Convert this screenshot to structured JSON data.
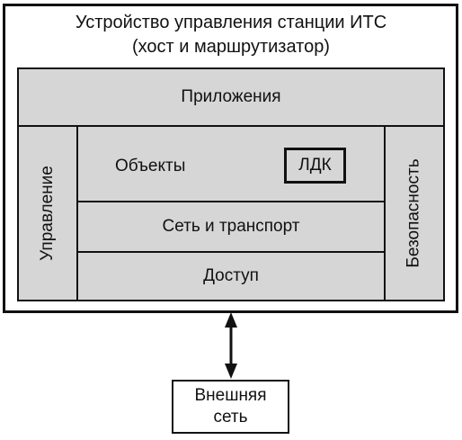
{
  "device": {
    "title_line1": "Устройство управления станции ИТС",
    "title_line2": "(хост и маршрутизатор)"
  },
  "layers": {
    "applications": "Приложения",
    "objects": "Объекты",
    "ldk": "ЛДК",
    "network_transport": "Сеть и транспорт",
    "access": "Доступ",
    "management": "Управление",
    "security": "Безопасность"
  },
  "external": {
    "line1": "Внешняя",
    "line2": "сеть"
  },
  "colors": {
    "layer_fill": "#d6d6d6",
    "stroke": "#111111"
  }
}
